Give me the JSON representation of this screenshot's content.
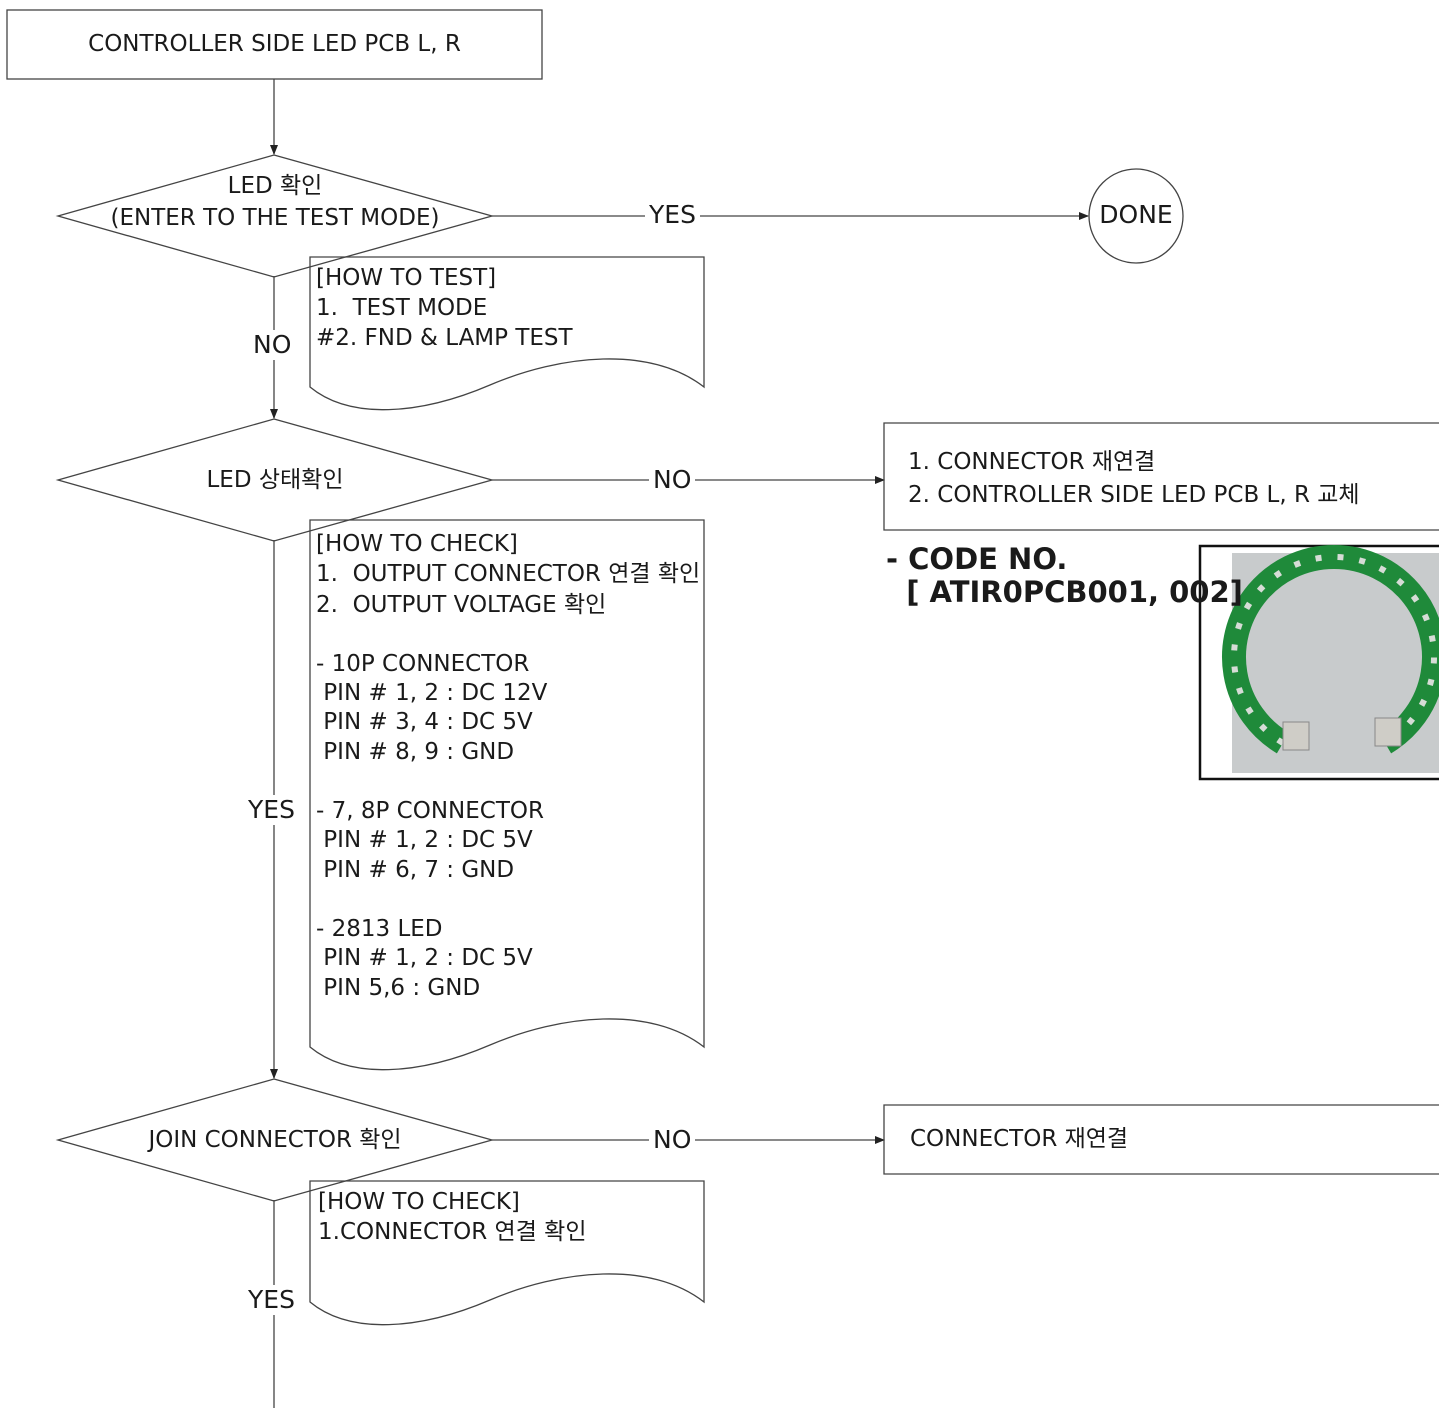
{
  "start_box": "CONTROLLER SIDE LED PCB L, R",
  "d1": {
    "line1": "LED 확인",
    "line2": "(ENTER TO THE TEST MODE)",
    "yes": "YES",
    "no": "NO",
    "end": "DONE",
    "note": [
      "[HOW TO TEST]",
      "1.  TEST MODE",
      "#2. FND & LAMP TEST"
    ]
  },
  "d2": {
    "label": "LED 상태확인",
    "no": "NO",
    "yes": "YES",
    "action": [
      "1. CONNECTOR 재연결",
      "2. CONTROLLER SIDE LED PCB L, R 교체"
    ],
    "code": "- CODE NO.\n  [ ATIR0PCB001, 002]",
    "note": [
      "[HOW TO CHECK]",
      "1.  OUTPUT CONNECTOR 연결 확인",
      "2.  OUTPUT VOLTAGE 확인",
      "",
      "- 10P CONNECTOR",
      " PIN # 1, 2 : DC 12V",
      " PIN # 3, 4 : DC 5V",
      " PIN # 8, 9 : GND",
      "",
      "- 7, 8P CONNECTOR",
      " PIN # 1, 2 : DC 5V",
      " PIN # 6, 7 : GND",
      "",
      "- 2813 LED",
      " PIN # 1, 2 : DC 5V",
      " PIN 5,6 : GND"
    ]
  },
  "d3": {
    "label": "JOIN CONNECTOR 확인",
    "no": "NO",
    "yes": "YES",
    "action": "CONNECTOR 재연결",
    "note": [
      "[HOW TO CHECK]",
      "1.CONNECTOR 연결 확인"
    ]
  }
}
